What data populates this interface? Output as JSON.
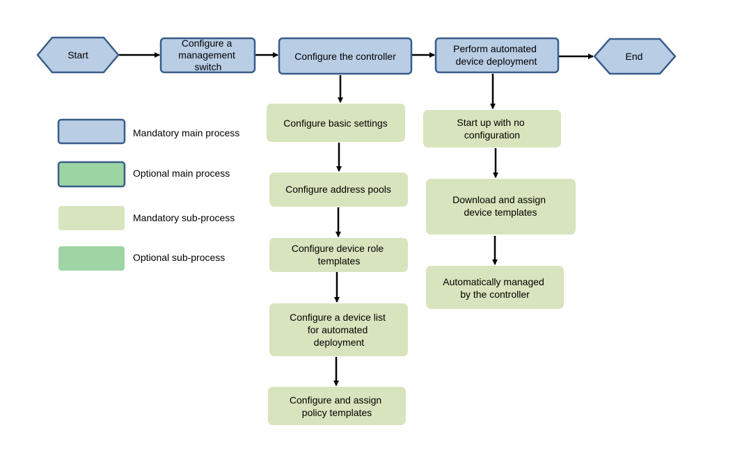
{
  "colors": {
    "mandatory_main_fill": "#B9CDE5",
    "main_border": "#385D8A",
    "optional_main_fill": "#9DD4A3",
    "mandatory_sub_fill": "#D7E4BD",
    "optional_sub_fill": "#9FD5A4",
    "arrow": "#000000",
    "text": "#000000"
  },
  "terminals": {
    "start": "Start",
    "end": "End"
  },
  "main_process": {
    "management_switch": [
      "Configure a",
      "management",
      "switch"
    ],
    "controller": [
      "Configure the controller"
    ],
    "deployment": [
      "Perform automated",
      "device deployment"
    ]
  },
  "controller_steps": [
    [
      "Configure basic settings"
    ],
    [
      "Configure address pools"
    ],
    [
      "Configure device role",
      "templates"
    ],
    [
      "Configure a device list",
      "for automated",
      "deployment"
    ],
    [
      "Configure and assign",
      "policy templates"
    ]
  ],
  "deployment_steps": [
    [
      "Start up with no",
      "configuration"
    ],
    [
      "Download and assign",
      "device templates"
    ],
    [
      "Automatically managed",
      "by the controller"
    ]
  ],
  "legend": {
    "mandatory_main": "Mandatory  main process",
    "optional_main": "Optional main process",
    "mandatory_sub": "Mandatory  sub-process",
    "optional_sub": "Optional sub-process"
  }
}
